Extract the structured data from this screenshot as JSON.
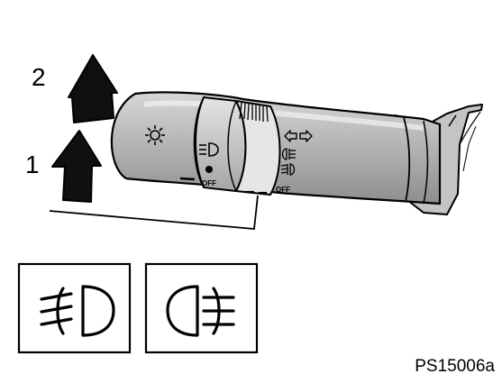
{
  "callouts": [
    {
      "label": "1"
    },
    {
      "label": "2"
    }
  ],
  "lever_text": {
    "off_left": "OFF",
    "off_right": "OFF"
  },
  "symbols": [
    {
      "icon": "front-fog-light-icon"
    },
    {
      "icon": "rear-fog-light-icon"
    }
  ],
  "figure_code": "PS15006a"
}
